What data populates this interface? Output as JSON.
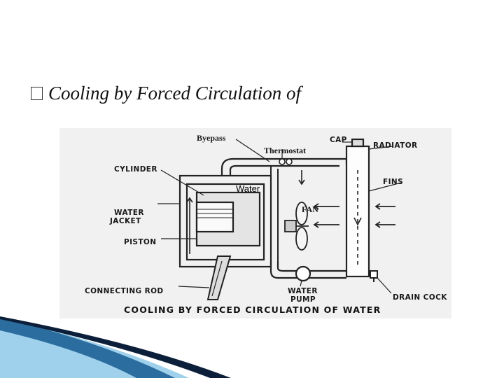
{
  "slide": {
    "bullet_icon": "square-bullet-icon",
    "title": "Cooling by Forced Circulation of"
  },
  "diagram": {
    "labels": {
      "byepass": "Byepass",
      "cap": "CAP",
      "radiator": "RADIATOR",
      "thermostat": "Thermostat",
      "cylinder": "CYLINDER",
      "fins": "FINS",
      "water_overlay": "Water",
      "fan": "FAN",
      "water_jacket_1": "WATER",
      "water_jacket_2": "JACKET",
      "piston": "PISTON",
      "connecting_rod": "CONNECTING ROD",
      "water_pump_1": "WATER",
      "water_pump_2": "PUMP",
      "drain_cock": "DRAIN COCK"
    },
    "caption": "COOLING BY FORCED CIRCULATION OF WATER"
  },
  "colors": {
    "wave_dark": "#0b1f3a",
    "wave_mid": "#2a6d9e",
    "wave_light": "#9fd0ec"
  }
}
